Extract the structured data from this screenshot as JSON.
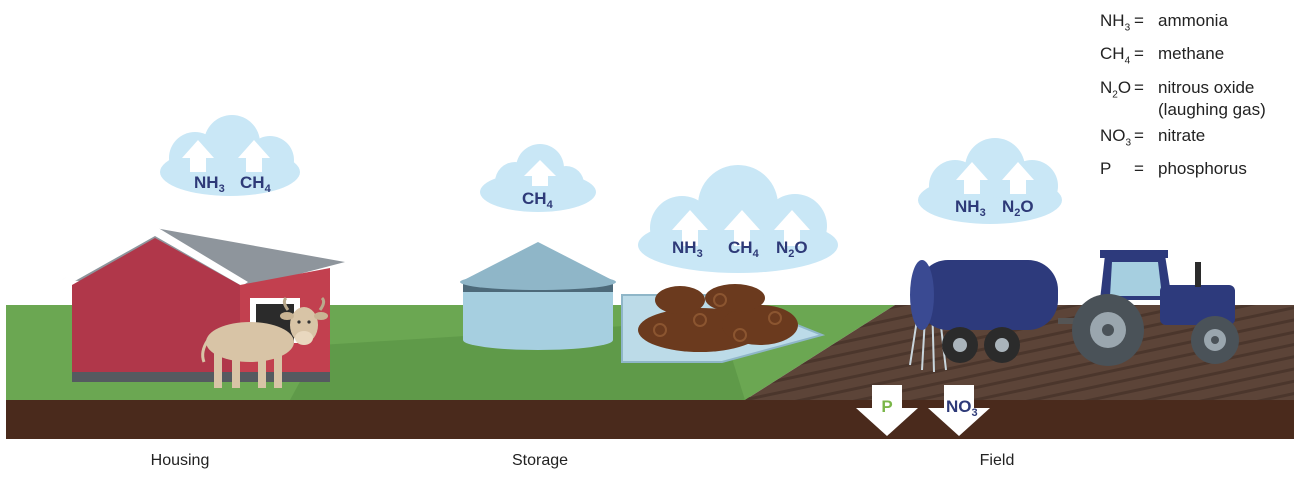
{
  "emission_labels": {
    "housing": {
      "nh3": "NH",
      "nh3_sub": "3",
      "ch4": "CH",
      "ch4_sub": "4"
    },
    "silo": {
      "ch4": "CH",
      "ch4_sub": "4"
    },
    "manure_pile": {
      "nh3": "NH",
      "nh3_sub": "3",
      "ch4": "CH",
      "ch4_sub": "4",
      "n2o_a": "N",
      "n2o_sub": "2",
      "n2o_b": "O"
    },
    "field": {
      "nh3": "NH",
      "nh3_sub": "3",
      "n2o_a": "N",
      "n2o_sub": "2",
      "n2o_b": "O"
    }
  },
  "leaching": {
    "p": "P",
    "no3": "NO",
    "no3_sub": "3"
  },
  "legend": [
    {
      "formula": "NH",
      "sub": "3",
      "eq": "=",
      "term": "ammonia"
    },
    {
      "formula": "CH",
      "sub": "4",
      "eq": "=",
      "term": "methane"
    },
    {
      "formula": "N",
      "sub": "2",
      "formula_tail": "O",
      "eq": "=",
      "term": "nitrous oxide\n(laughing gas)"
    },
    {
      "formula": "NO",
      "sub": "3",
      "eq": "=",
      "term": "nitrate"
    },
    {
      "formula": "P",
      "sub": "",
      "eq": "=",
      "term": "phosphorus"
    }
  ],
  "stages": [
    "Housing",
    "Storage",
    "Field"
  ],
  "colors": {
    "cloud": "#c9e7f6",
    "gas_text": "#2e3a78",
    "grass": "#6ba752",
    "soil": "#4a2a1c",
    "field": "#5c4438",
    "barn": "#b0374a",
    "silo": "#a6cfe0",
    "tank": "#2d3a7c",
    "phosphorus": "#7ab648"
  }
}
